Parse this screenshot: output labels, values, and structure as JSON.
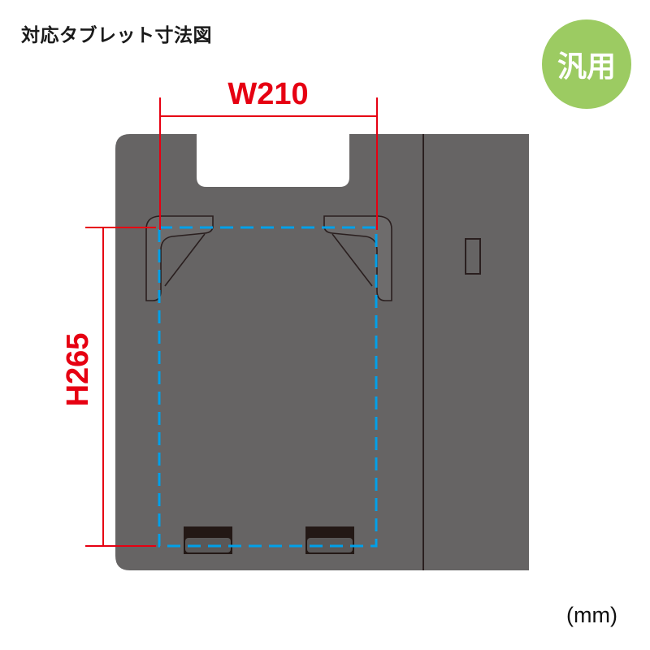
{
  "header": {
    "title": "対応タブレット寸法図",
    "badge_label": "汎用"
  },
  "dimensions": {
    "width_label": "W210",
    "height_label": "H265",
    "unit_label": "(mm)",
    "width_mm": 210,
    "height_mm": 265
  },
  "colors": {
    "badge": "#9ccb62",
    "board": "#666464",
    "outline": "#2a1f1f",
    "dimension_line": "#e60012",
    "tablet_outline": "#00a0e9",
    "clip_dark": "#231815"
  }
}
